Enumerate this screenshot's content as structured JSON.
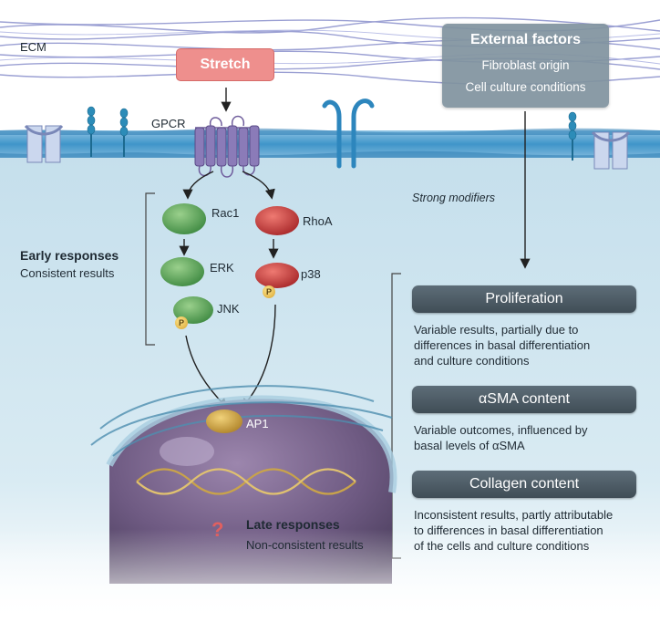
{
  "labels": {
    "ecm": "ECM",
    "gpcr": "GPCR",
    "stretch": "Stretch",
    "strong_modifiers": "Strong modifiers",
    "rac1": "Rac1",
    "erk": "ERK",
    "jnk": "JNK",
    "rhoa": "RhoA",
    "p38": "p38",
    "ap1": "AP1",
    "phospho": "P"
  },
  "external_factors": {
    "title": "External factors",
    "items": [
      "Fibroblast origin",
      "Cell culture conditions"
    ]
  },
  "early_responses": {
    "title": "Early responses",
    "subtitle": "Consistent results"
  },
  "late_responses": {
    "question": "?",
    "title": "Late responses",
    "subtitle": "Non-consistent results"
  },
  "outcomes": [
    {
      "title": "Proliferation",
      "lines": [
        "Variable results, partially due to",
        "differences in basal differentiation",
        "and culture conditions"
      ]
    },
    {
      "title": "αSMA content",
      "lines": [
        "Variable outcomes, influenced by",
        "basal levels of αSMA"
      ]
    },
    {
      "title": "Collagen content",
      "lines": [
        "Inconsistent results, partly attributable",
        "to differences in basal differentiation",
        "of the cells and culture conditions"
      ]
    }
  ],
  "colors": {
    "cytoplasm": "#cfe4ef",
    "membrane": "#3f95c9",
    "nucleus": "#6e5a82",
    "green_protein": "#4f9e4f",
    "red_protein": "#c63a36",
    "ap1_protein": "#c89f38",
    "outcome_box": "#4d5b65",
    "stretch_box": "#ee8f8d",
    "external_box": "#80929e"
  }
}
